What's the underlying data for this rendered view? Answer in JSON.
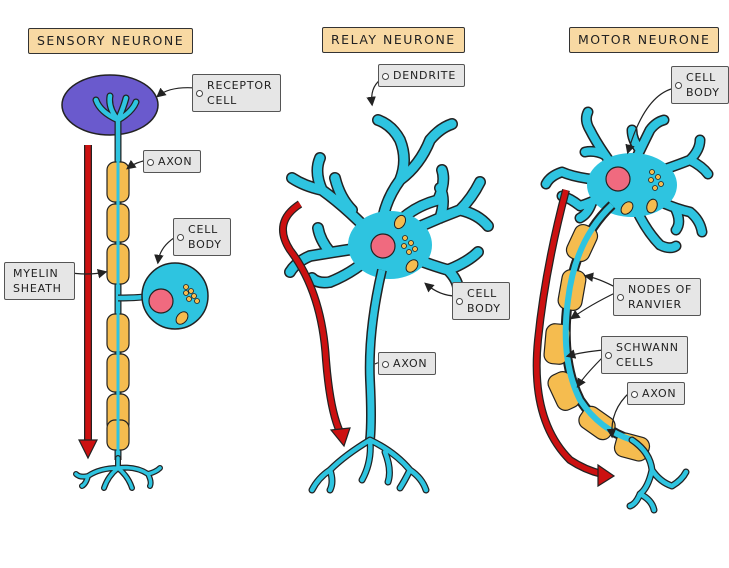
{
  "titles": {
    "sensory": "SENSORY NEURONE",
    "relay": "RELAY NEURONE",
    "motor": "MOTOR NEURONE"
  },
  "labels": {
    "receptor_cell": [
      "RECEPTOR",
      "CELL"
    ],
    "sensory_axon": [
      "AXON"
    ],
    "sensory_cell_body": [
      "CELL",
      "BODY"
    ],
    "myelin_sheath": [
      "MYELIN",
      "SHEATH"
    ],
    "dendrite": [
      "DENDRITE"
    ],
    "relay_cell_body": [
      "CELL",
      "BODY"
    ],
    "relay_axon": [
      "AXON"
    ],
    "motor_cell_body": [
      "CELL",
      "BODY"
    ],
    "nodes_of_ranvier": [
      "NODES OF",
      "RANVIER"
    ],
    "schwann_cells": [
      "SCHWANN",
      "CELLS"
    ],
    "motor_axon": [
      "AXON"
    ]
  },
  "colors": {
    "neurone": "#2ec4e0",
    "nucleus": "#f06a7f",
    "myelin": "#f5bc4f",
    "receptor": "#6a5acd",
    "arrow": "#cc1111",
    "title_fill": "#f8d9a3",
    "tag_fill": "#e6e6e6"
  }
}
